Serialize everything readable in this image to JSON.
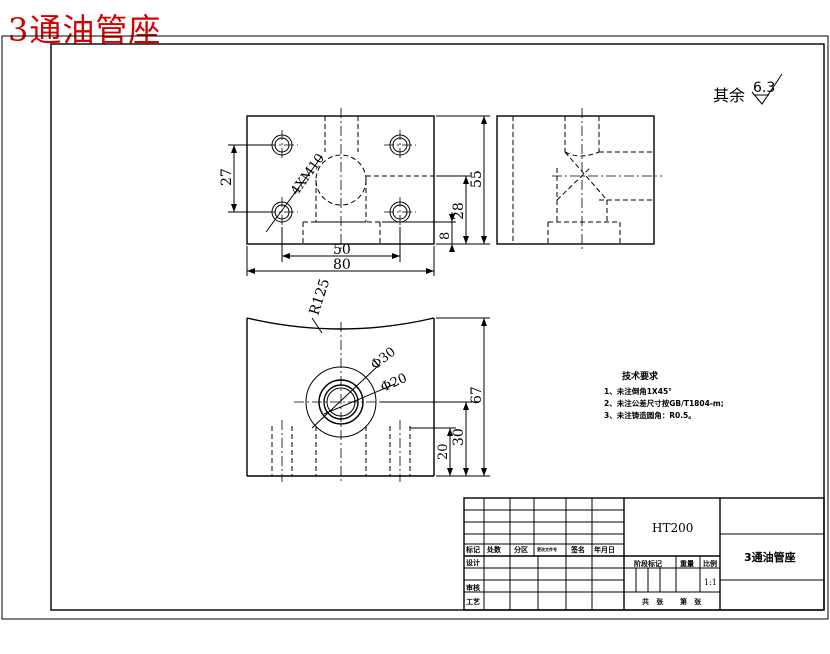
{
  "title": "3通油管座",
  "roughness": {
    "prefix": "其余",
    "value": "6.3"
  },
  "dimensions": {
    "d27": "27",
    "d4m10": "4XM10",
    "d55": "55",
    "d28": "28",
    "d8": "8",
    "d50": "50",
    "d80": "80",
    "r125": "R125",
    "phi30": "Φ30",
    "phi20": "Φ20",
    "d67": "67",
    "d30": "30",
    "d20": "20"
  },
  "tech_notes": {
    "heading": "技术要求",
    "items": [
      "1、未注倒角1X45°",
      "2、未注公差尺寸按GB/T1804-m;",
      "3、未注铸造圆角：R0.5。"
    ]
  },
  "title_block": {
    "material": "HT200",
    "part_name": "3通油管座",
    "row_labels": [
      "标记",
      "处数",
      "分区",
      "更改文件号",
      "签名",
      "年月日"
    ],
    "design": "设计",
    "review": "审核",
    "process": "工艺",
    "stage": "阶段标记",
    "weight": "重量",
    "scale_label": "比例",
    "scale": "1:1",
    "sheets_total": "共   张",
    "sheet_no": "第   张"
  }
}
